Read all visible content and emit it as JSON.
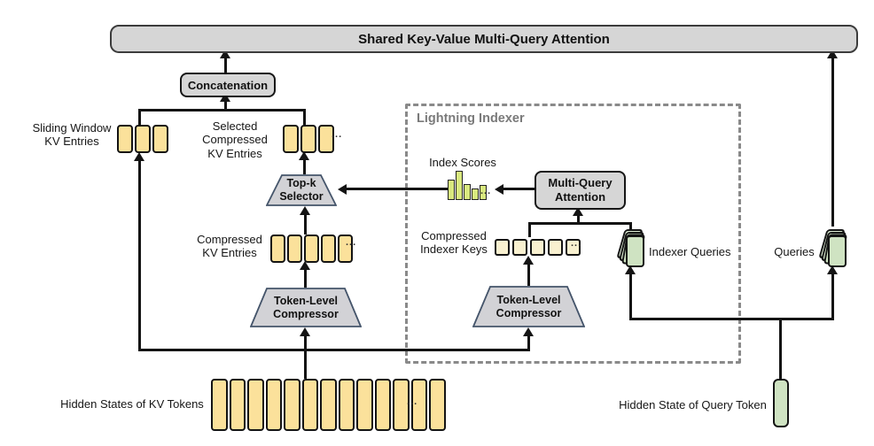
{
  "diagram": {
    "top_bar": "Shared Key-Value Multi-Query Attention",
    "concatenation": "Concatenation",
    "lightning_indexer": "Lightning Indexer",
    "index_scores": "Index Scores",
    "multi_query_attention": "Multi-Query Attention",
    "top_k_selector": "Top-k Selector",
    "token_level_compressor": "Token-Level Compressor",
    "labels": {
      "sliding_window": "Sliding Window KV Entries",
      "selected_compressed": "Selected Compressed KV Entries",
      "compressed_kv": "Compressed KV Entries",
      "compressed_indexer_keys": "Compressed Indexer Keys",
      "indexer_queries": "Indexer Queries",
      "queries": "Queries",
      "hidden_kv": "Hidden States of KV Tokens",
      "hidden_query": "Hidden State of Query Token"
    },
    "ellipsis": "...",
    "tokens": {
      "sliding": 3,
      "selected": 3,
      "compressed_kv": 5,
      "indexer_keys": 5,
      "kv_row": 13
    },
    "index_score_bars": [
      21,
      31,
      16,
      11,
      15
    ],
    "colors": {
      "box_fill": "#d6d6d6",
      "token_yellow": "#fbe19b",
      "key_pale": "#f9f1d0",
      "green": "#cfe3c2",
      "bar_green": "#d9e97f",
      "trap_fill": "#d2d2d6",
      "trap_border": "#44546a",
      "dashed_border": "#8a8a8a"
    }
  }
}
